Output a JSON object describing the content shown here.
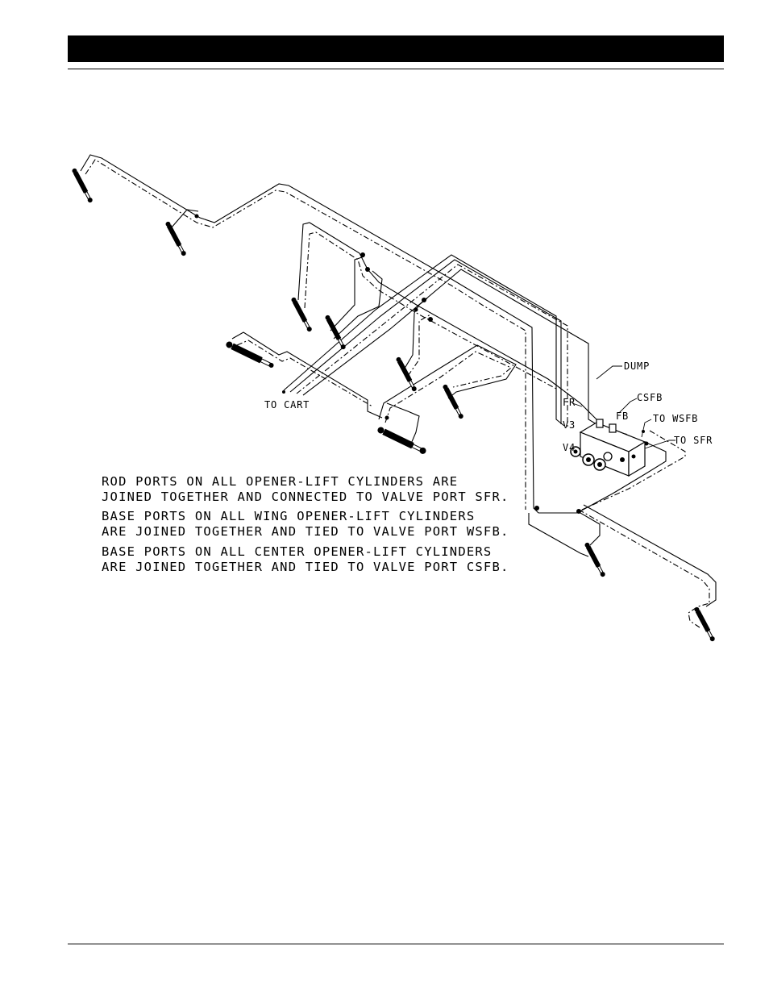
{
  "labels": {
    "to_cart": "TO CART",
    "dump": "DUMP",
    "csfb": "CSFB",
    "to_wsfb": "TO WSFB",
    "to_sfr": "TO SFR",
    "fr": "FR",
    "fb": "FB",
    "v3": "V3",
    "v4": "V4"
  },
  "notes": [
    {
      "line1": "ROD PORTS ON ALL OPENER-LIFT CYLINDERS ARE",
      "line2": "JOINED TOGETHER AND CONNECTED TO VALVE PORT SFR."
    },
    {
      "line1": "BASE PORTS ON ALL WING OPENER-LIFT CYLINDERS",
      "line2": "ARE JOINED TOGETHER AND TIED TO VALVE PORT WSFB."
    },
    {
      "line1": "BASE PORTS ON ALL CENTER OPENER-LIFT CYLINDERS",
      "line2": "ARE JOINED TOGETHER AND TIED TO VALVE PORT CSFB."
    }
  ]
}
